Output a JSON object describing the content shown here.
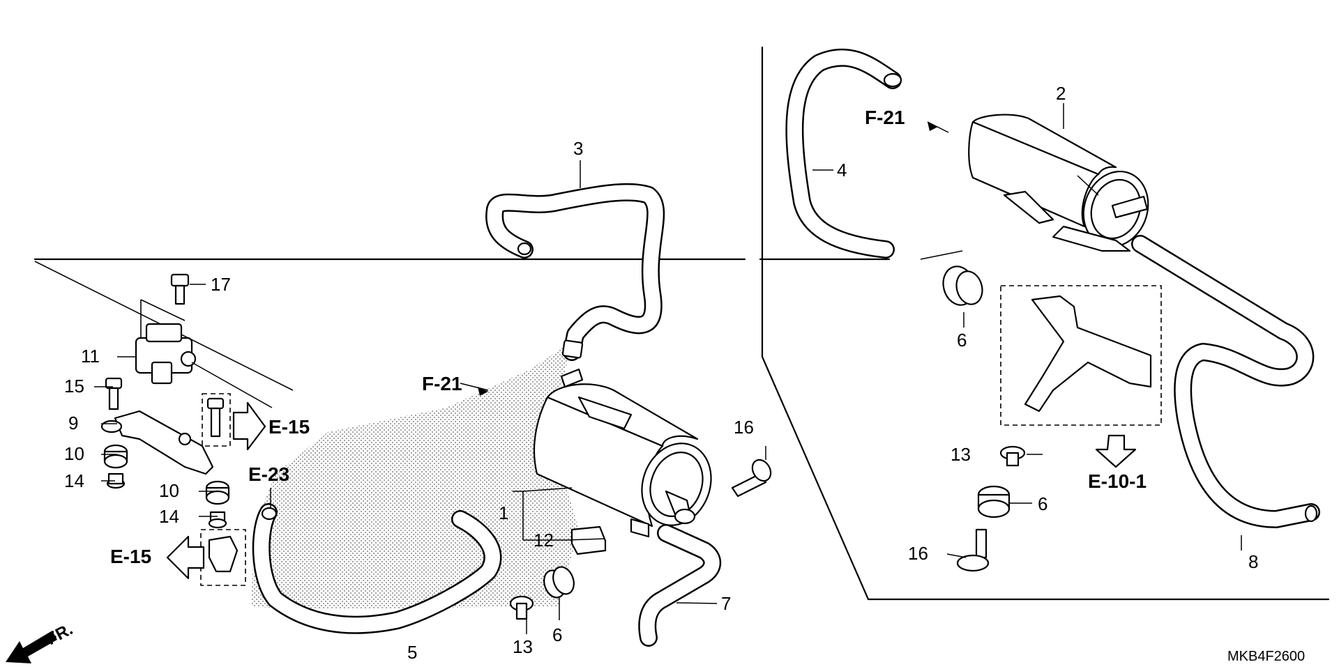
{
  "diagram_code": "MKB4F2600",
  "front_marker": "FR.",
  "references": {
    "f21_left": "F-21",
    "f21_right": "F-21",
    "e15_upper": "E-15",
    "e15_lower": "E-15",
    "e23": "E-23",
    "e10_1": "E-10-1"
  },
  "callouts": {
    "p1": "1",
    "p2": "2",
    "p3": "3",
    "p4": "4",
    "p5": "5",
    "p6a": "6",
    "p6b": "6",
    "p6c": "6",
    "p7": "7",
    "p8": "8",
    "p9": "9",
    "p10a": "10",
    "p10b": "10",
    "p11": "11",
    "p12": "12",
    "p13a": "13",
    "p13b": "13",
    "p14a": "14",
    "p14b": "14",
    "p15": "15",
    "p16a": "16",
    "p16b": "16",
    "p17": "17"
  }
}
